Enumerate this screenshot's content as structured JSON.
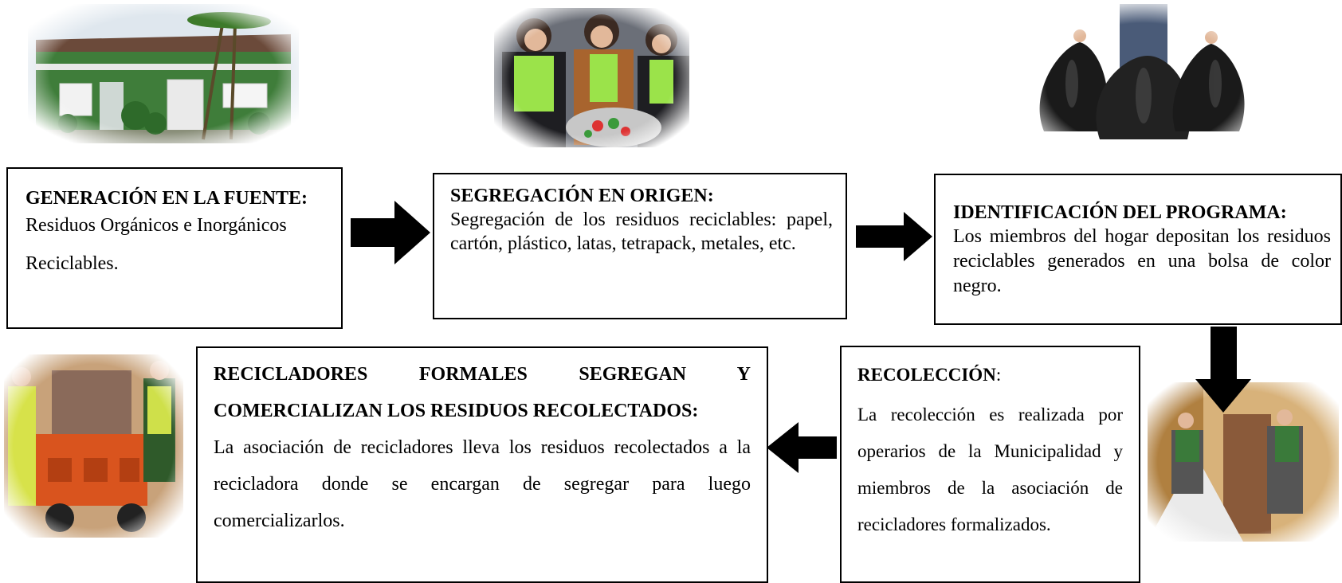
{
  "steps": {
    "generacion": {
      "title": "GENERACIÓN EN LA FUENTE:",
      "line1": "Residuos Orgánicos e Inorgánicos",
      "line2": "Reciclables."
    },
    "segregacion": {
      "title": "SEGREGACIÓN EN ORIGEN:",
      "text": "Segregación de los residuos reciclables: papel, cartón, plástico, latas, tetrapack, metales, etc."
    },
    "identificacion": {
      "title": "IDENTIFICACIÓN DEL PROGRAMA:",
      "text": "Los miembros del hogar depositan los residuos reciclables generados en una bolsa de color negro."
    },
    "recoleccion": {
      "title": "RECOLECCIÓN",
      "title_suffix": ":",
      "text": "La recolección es realizada por operarios de la Municipalidad y miembros de la asociación de recicladores formalizados."
    },
    "recicladores": {
      "title": "RECICLADORES FORMALES SEGREGAN Y COMERCIALIZAN LOS RESIDUOS RECOLECTADOS:",
      "text": "La asociación de recicladores lleva los residuos recolectados a la recicladora donde se encargan de segregar para luego comercializarlos."
    }
  },
  "colors": {
    "arrow": "#000000",
    "border": "#000000",
    "house_wall": "#3f7d3a",
    "vest": "#9be34a",
    "bag": "#1a1a1a",
    "tricycle": "#d9541e"
  },
  "icons": [
    "house-photo",
    "volunteers-photo",
    "trash-bags-photo",
    "recyclers-tricycle-photo",
    "collectors-photo",
    "arrow-right-icon",
    "arrow-down-icon",
    "arrow-left-icon"
  ]
}
